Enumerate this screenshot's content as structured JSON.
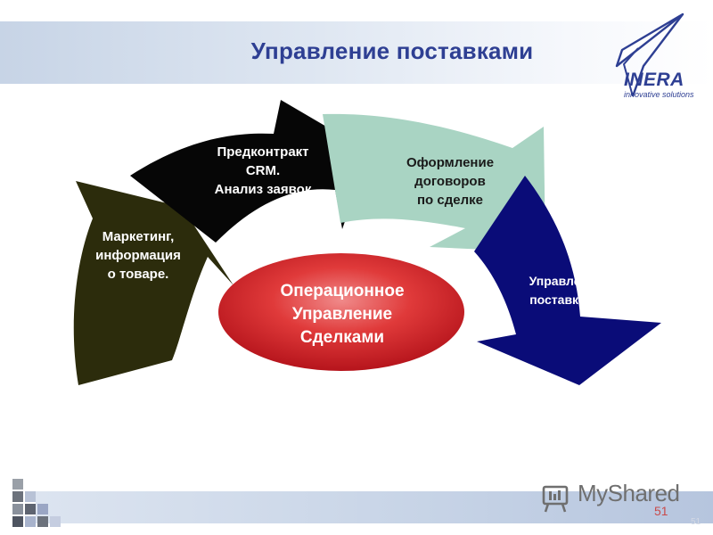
{
  "slide": {
    "title": "Управление поставками",
    "page_number": "51",
    "page_number_ghost": "51"
  },
  "logo": {
    "brand": "INERA",
    "tagline": "innovative solutions"
  },
  "cycle": {
    "center": "Операционное\nУправление\nСделками",
    "steps": [
      {
        "label": "Маркетинг,\nинформация\nо товаре.",
        "color": "#2c2c0c"
      },
      {
        "label": "Предконтракт\nCRM.\nАнализ заявок",
        "color": "#060606"
      },
      {
        "label": "Оформление\nдоговоров\nпо сделке",
        "color": "#a9d4c3"
      },
      {
        "label": "Управление\nпоставками",
        "color": "#0a0c78"
      }
    ]
  },
  "watermark": {
    "text": "MyShared"
  },
  "colors": {
    "title": "#2e3f93",
    "center_ellipse": "#d11f25",
    "page_number": "#c94a4a"
  }
}
